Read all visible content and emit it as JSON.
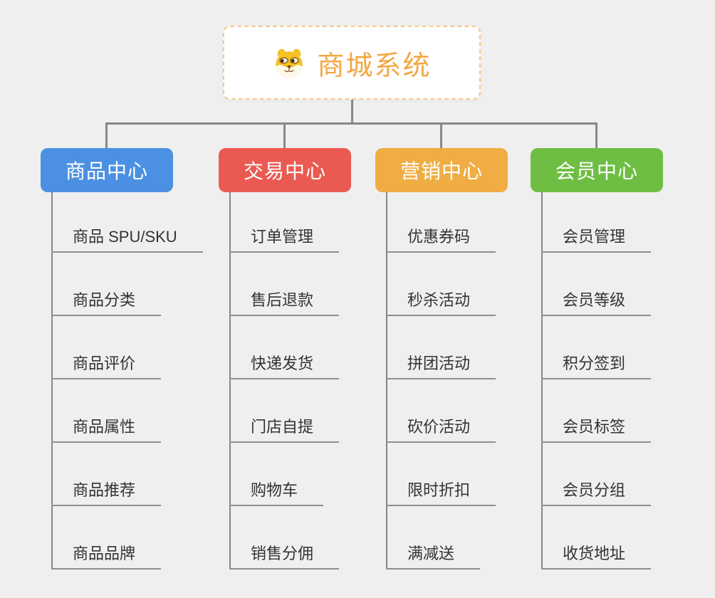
{
  "canvas": {
    "background": "#EFEFEF",
    "line_color": "#878787"
  },
  "root": {
    "label": "商城系统",
    "icon": "dog-face-icon",
    "text_color": "#F2A843",
    "border_color": "#F6C98B"
  },
  "branches": [
    {
      "label": "商品中心",
      "color": "#4B90E2",
      "children": [
        "商品 SPU/SKU",
        "商品分类",
        "商品评价",
        "商品属性",
        "商品推荐",
        "商品品牌"
      ]
    },
    {
      "label": "交易中心",
      "color": "#EA5A52",
      "children": [
        "订单管理",
        "售后退款",
        "快递发货",
        "门店自提",
        "购物车",
        "销售分佣"
      ]
    },
    {
      "label": "营销中心",
      "color": "#EFAD43",
      "children": [
        "优惠券码",
        "秒杀活动",
        "拼团活动",
        "砍价活动",
        "限时折扣",
        "满减送"
      ]
    },
    {
      "label": "会员中心",
      "color": "#6FBE44",
      "children": [
        "会员管理",
        "会员等级",
        "积分签到",
        "会员标签",
        "会员分组",
        "收货地址"
      ]
    }
  ]
}
